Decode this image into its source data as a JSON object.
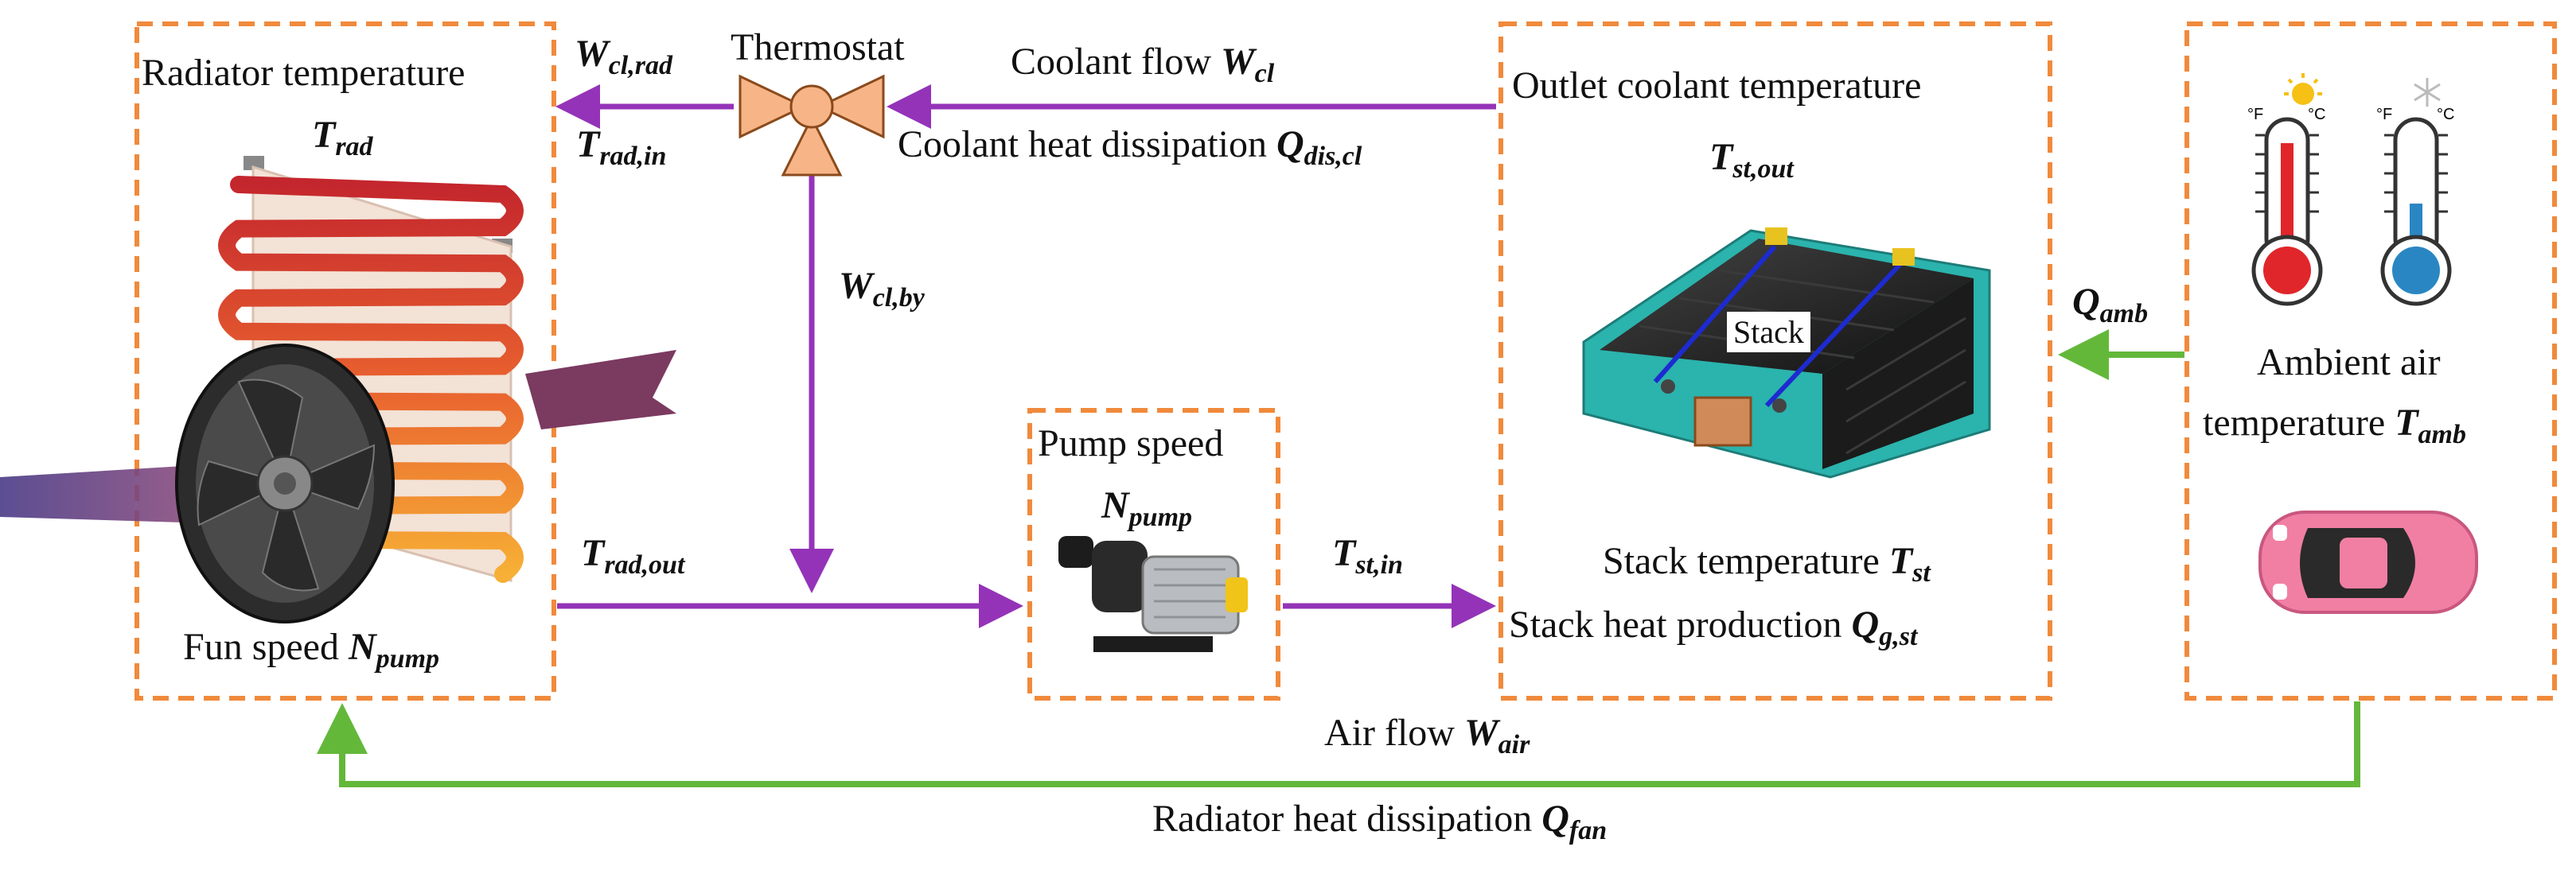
{
  "colors": {
    "box_border": "#f08a3c",
    "coolant_line": "#9433b8",
    "air_line": "#63b83a",
    "thermostat": "#f7b587"
  },
  "radiator_box": {
    "title": "Radiator temperature",
    "title_sym": "T",
    "title_sub": "rad",
    "bottom_text": "Fun speed ",
    "bottom_sym": "N",
    "bottom_sub": "pump"
  },
  "thermostat": {
    "label": "Thermostat",
    "w_sym": "W",
    "w_sub": "cl,rad",
    "tin_sym": "T",
    "tin_sub": "rad,in",
    "by_sym": "W",
    "by_sub": "cl,by"
  },
  "coolant_flow": {
    "text": "Coolant flow ",
    "sym": "W",
    "sub": "cl",
    "dis_text": "Coolant heat dissipation ",
    "dis_sym": "Q",
    "dis_sub": "dis,cl"
  },
  "stack_box": {
    "title": "Outlet coolant temperature",
    "title_sym": "T",
    "title_sub": "st,out",
    "stack_tag": "Stack",
    "temp_text": "Stack temperature ",
    "temp_sym": "T",
    "temp_sub": "st",
    "heat_text": "Stack heat production ",
    "heat_sym": "Q",
    "heat_sub": "g,st"
  },
  "pump_box": {
    "title": "Pump speed",
    "sym": "N",
    "sub": "pump"
  },
  "links": {
    "trad_out_sym": "T",
    "trad_out_sub": "rad,out",
    "tst_in_sym": "T",
    "tst_in_sub": "st,in",
    "qamb_sym": "Q",
    "qamb_sub": "amb"
  },
  "ambient_box": {
    "line1": "Ambient air",
    "line2": "temperature ",
    "sym": "T",
    "sub": "amb",
    "hot_unit_f": "°F",
    "hot_unit_c": "°C",
    "cold_unit_f": "°F",
    "cold_unit_c": "°C"
  },
  "air": {
    "text": "Air flow ",
    "sym": "W",
    "sub": "air",
    "fan_text": "Radiator heat dissipation ",
    "fan_sym": "Q",
    "fan_sub": "fan"
  }
}
